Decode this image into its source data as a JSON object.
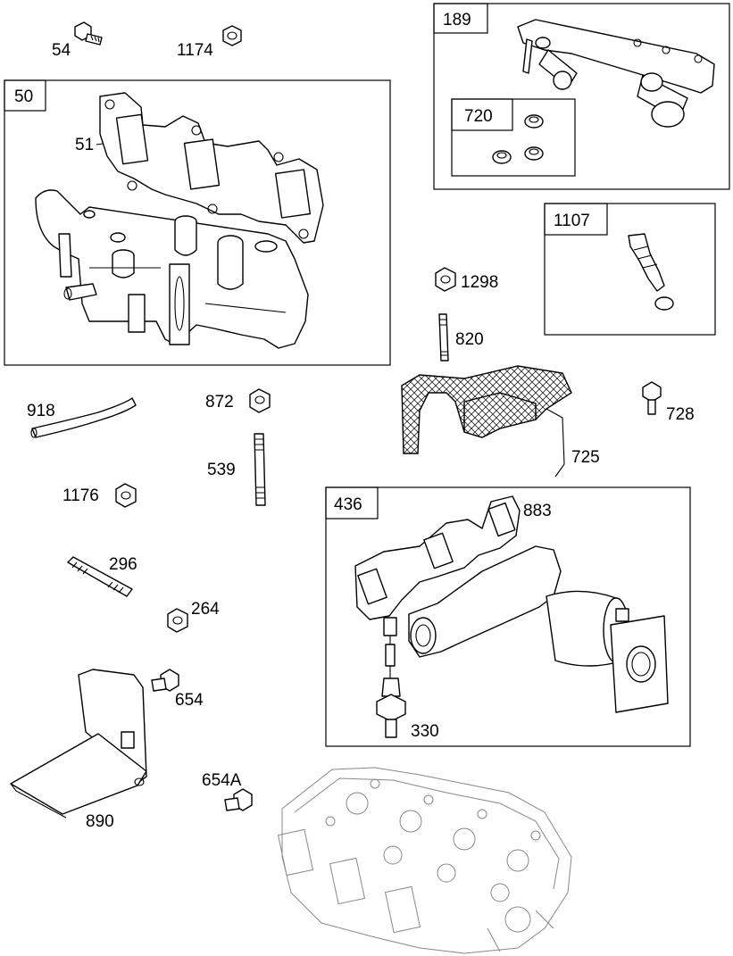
{
  "callouts": {
    "p54": "54",
    "p1174": "1174",
    "p50": "50",
    "p51": "51",
    "p189": "189",
    "p720": "720",
    "p1107": "1107",
    "p1298": "1298",
    "p820": "820",
    "p918": "918",
    "p872": "872",
    "p728": "728",
    "p539": "539",
    "p725": "725",
    "p1176": "1176",
    "p436": "436",
    "p883": "883",
    "p296": "296",
    "p264": "264",
    "p654": "654",
    "p330": "330",
    "p654A": "654A",
    "p890": "890"
  }
}
